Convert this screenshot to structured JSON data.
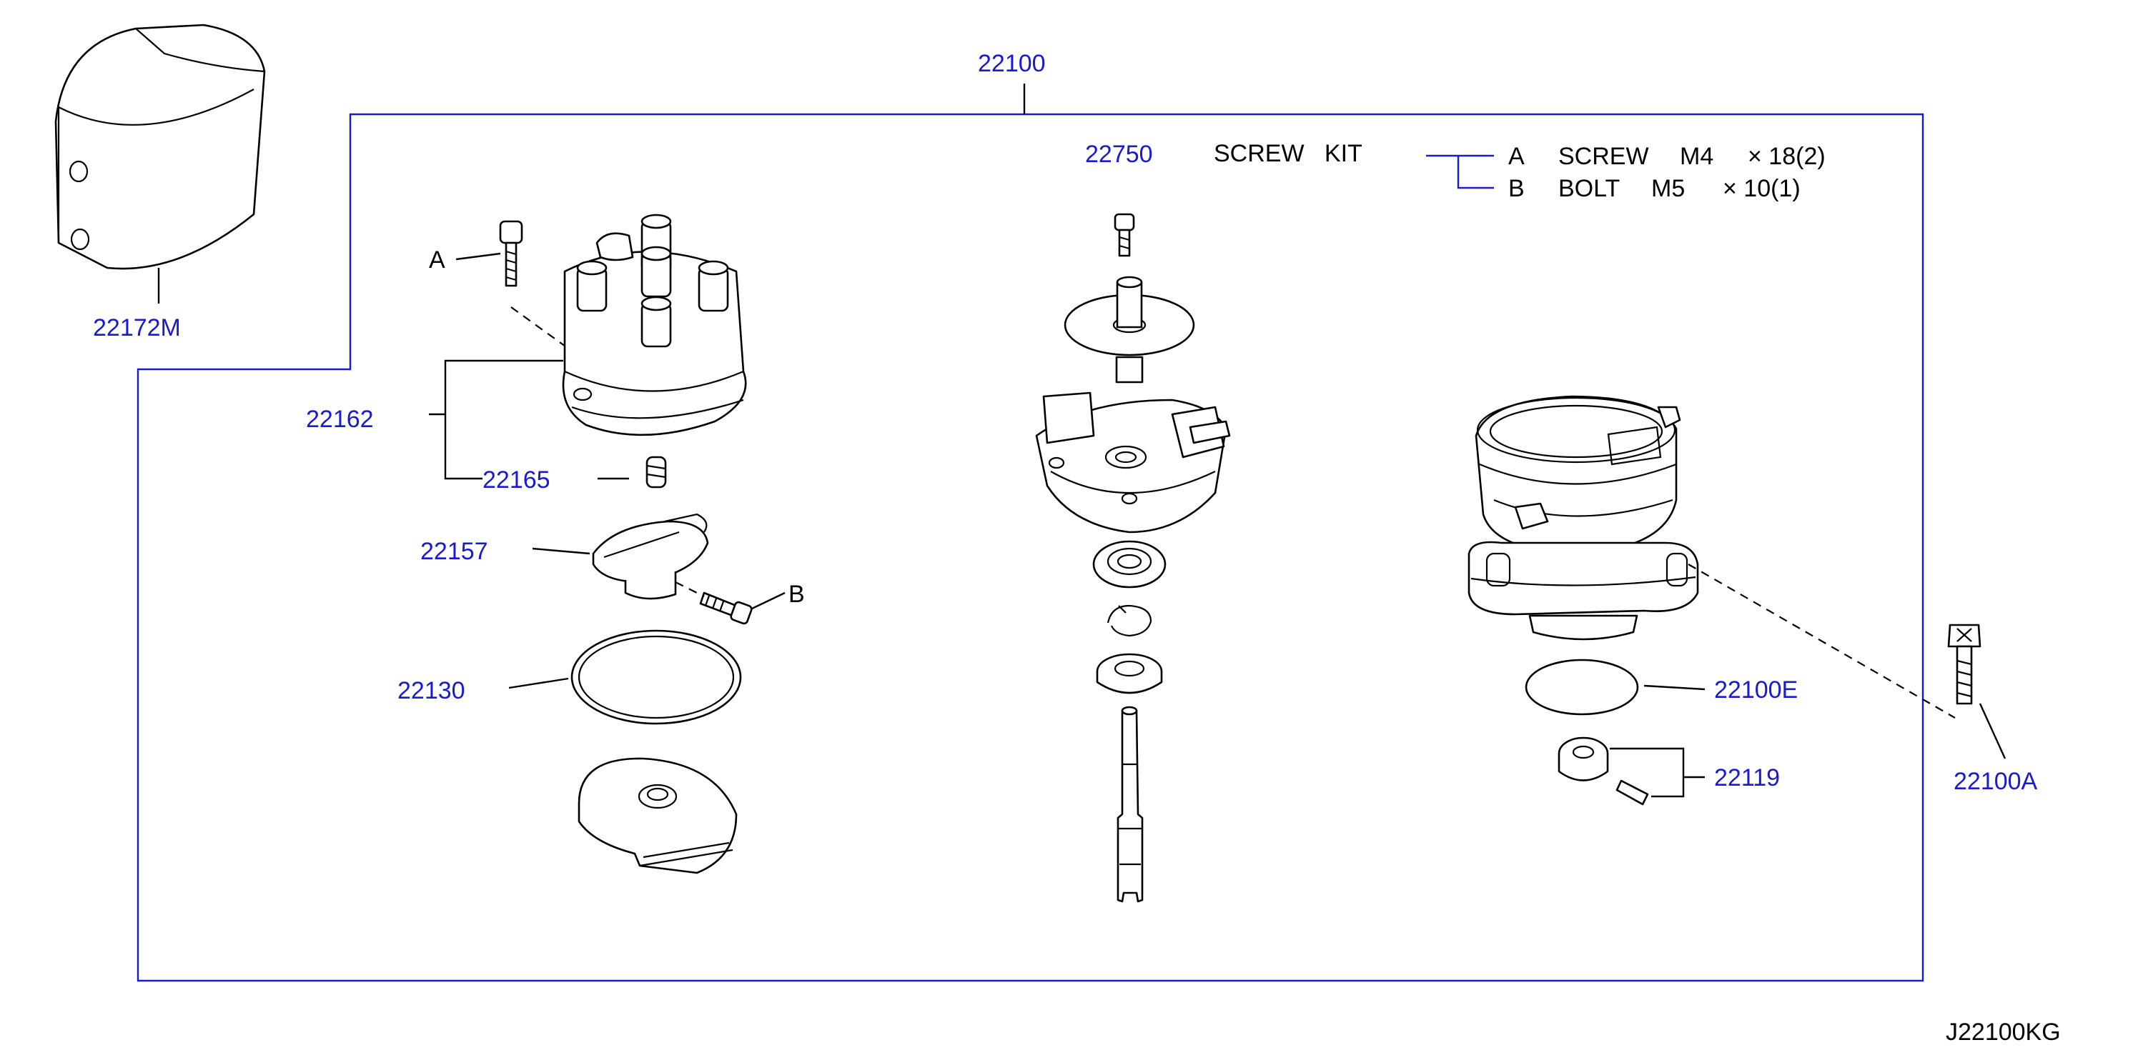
{
  "diagram_code": "J22100KG",
  "parts": {
    "assembly": "22100",
    "protector": "22172M",
    "cap": "22162",
    "carbon_point": "22165",
    "rotor_head": "22157",
    "seal": "22130",
    "screw_kit": "22750",
    "o_ring": "22100E",
    "collar": "22119",
    "bolt": "22100A"
  },
  "screw_kit": {
    "title": "SCREW   KIT",
    "items": [
      {
        "key": "A",
        "name": "SCREW",
        "size": "M4",
        "spec": "× 18(2)"
      },
      {
        "key": "B",
        "name": "BOLT",
        "size": "M5",
        "spec": "× 10(1)"
      }
    ]
  },
  "callouts": {
    "a": "A",
    "b": "B"
  },
  "colors": {
    "part_number": "#1a1ad0",
    "line_art": "#000000",
    "background": "#ffffff"
  }
}
